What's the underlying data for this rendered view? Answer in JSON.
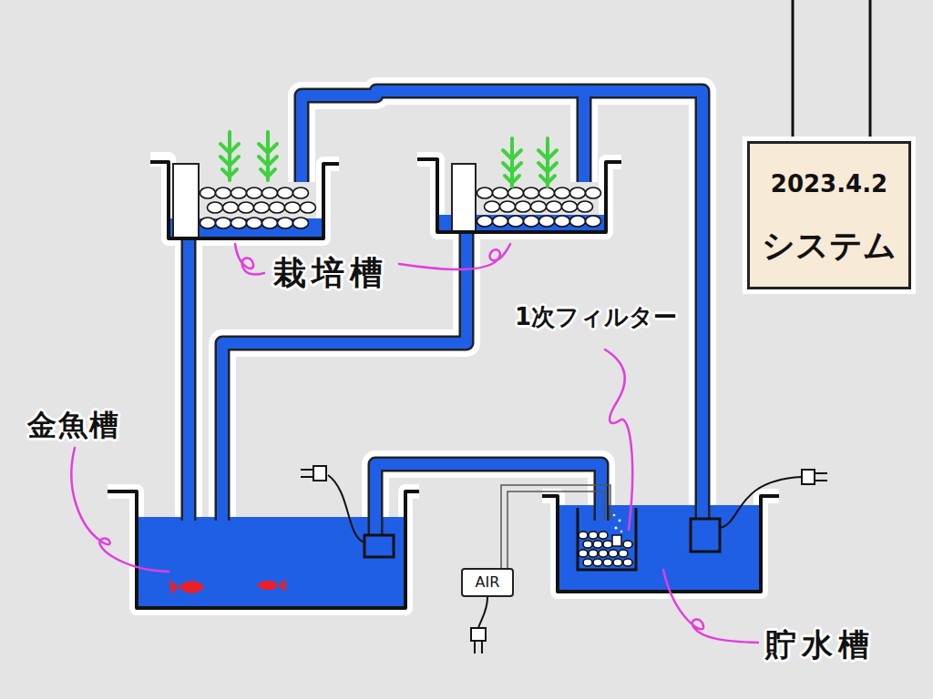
{
  "diagram": {
    "nodes": [
      {
        "text": [
          "2023.4.2",
          "システム"
        ]
      },
      {
        "text": [
          "AIR"
        ]
      }
    ],
    "labels": [
      "栽培槽",
      "1次フィルター",
      "金魚槽",
      "貯水槽"
    ]
  }
}
